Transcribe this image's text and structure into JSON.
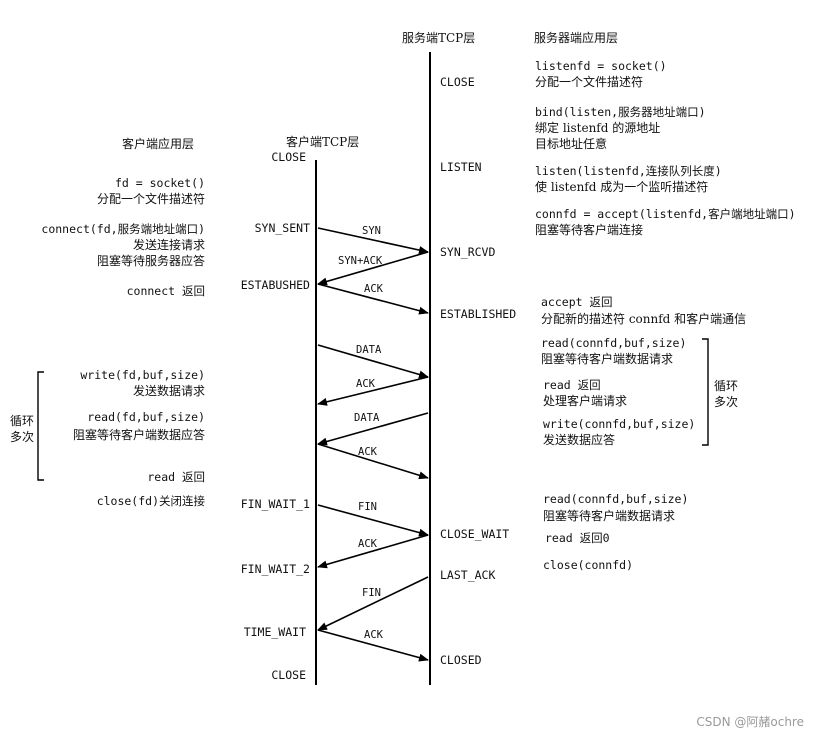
{
  "headers": {
    "server_tcp": "服务端TCP层",
    "server_app": "服务器端应用层",
    "client_app": "客户端应用层",
    "client_tcp": "客户端TCP层"
  },
  "client_states": {
    "close_top": "CLOSE",
    "syn_sent": "SYN_SENT",
    "established": "ESTABUSHED",
    "fin_wait_1": "FIN_WAIT_1",
    "fin_wait_2": "FIN_WAIT_2",
    "time_wait": "TIME_WAIT",
    "close_bottom": "CLOSE"
  },
  "server_states": {
    "close": "CLOSE",
    "listen": "LISTEN",
    "syn_rcvd": "SYN_RCVD",
    "established": "ESTABLISHED",
    "close_wait": "CLOSE_WAIT",
    "last_ack": "LAST_ACK",
    "closed": "CLOSED"
  },
  "messages": {
    "syn": "SYN",
    "syn_ack": "SYN+ACK",
    "ack1": "ACK",
    "data1": "DATA",
    "ack2": "ACK",
    "data2": "DATA",
    "ack3": "ACK",
    "fin1": "FIN",
    "ack4": "ACK",
    "fin2": "FIN",
    "ack5": "ACK"
  },
  "client_notes": {
    "fd_socket": "fd = socket()",
    "fd_socket_desc": "分配一个文件描述符",
    "connect": "connect(fd,服务端地址端口)",
    "connect_desc1": "发送连接请求",
    "connect_desc2": "阻塞等待服务器应答",
    "connect_return": "connect 返回",
    "write": "write(fd,buf,size)",
    "write_desc": "发送数据请求",
    "read": "read(fd,buf,size)",
    "read_desc": "阻塞等待客户端数据应答",
    "read_return": "read 返回",
    "close": "close(fd)关闭连接",
    "loop_label_1": "循环",
    "loop_label_2": "多次"
  },
  "server_notes": {
    "listenfd": "listenfd = socket()",
    "listenfd_desc": "分配一个文件描述符",
    "bind": "bind(listen,服务器地址端口)",
    "bind_desc1": "绑定 listenfd 的源地址",
    "bind_desc2": "目标地址任意",
    "listen": "listen(listenfd,连接队列长度)",
    "listen_desc": "使 listenfd 成为一个监听描述符",
    "accept": "connfd = accept(listenfd,客户端地址端口)",
    "accept_desc": "阻塞等待客户端连接",
    "accept_return": "accept 返回",
    "accept_return_desc": "分配新的描述符 connfd 和客户端通信",
    "read1": "read(connfd,buf,size)",
    "read1_desc": "阻塞等待客户端数据请求",
    "read_return": "read 返回",
    "read_return_desc": "处理客户端请求",
    "write": "write(connfd,buf,size)",
    "write_desc": "发送数据应答",
    "loop_label_1": "循环",
    "loop_label_2": "多次",
    "read2": "read(connfd,buf,size)",
    "read2_desc": "阻塞等待客户端数据请求",
    "read_return0": "read 返回0",
    "close": "close(connfd)"
  },
  "watermark": "CSDN @阿赭ochre"
}
